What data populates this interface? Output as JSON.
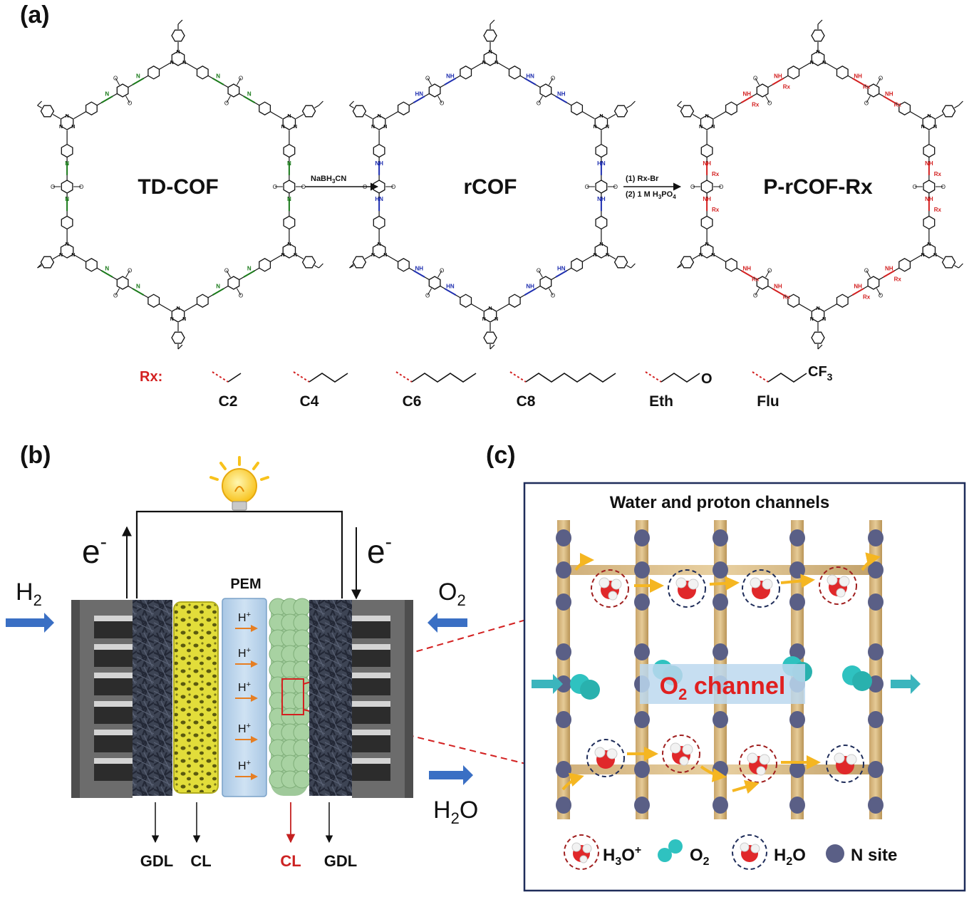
{
  "panel_a": {
    "label": "(a)",
    "structures": [
      "TD-COF",
      "rCOF",
      "P-rCOF-Rx"
    ],
    "reagent1": "NaBH",
    "reagent1_sub": "3",
    "reagent1_tail": "CN",
    "reagent2_line1": "(1) Rx-Br",
    "reagent2_line2_pre": "(2) 1 M H",
    "reagent2_line2_sub1": "3",
    "reagent2_line2_mid": "PO",
    "reagent2_line2_sub2": "4",
    "rx_label": "Rx:",
    "imine_N": "N",
    "amine_NH": "NH",
    "amine_HN": "HN",
    "ammonium_NH": "NH",
    "rx_group": "Rx",
    "methoxy_O": "O",
    "substituents": [
      {
        "name": "C2"
      },
      {
        "name": "C4"
      },
      {
        "name": "C6"
      },
      {
        "name": "C8"
      },
      {
        "name": "Eth",
        "atom": "O"
      },
      {
        "name": "Flu",
        "atom": "CF",
        "atom_sub": "3"
      }
    ]
  },
  "panel_b": {
    "label": "(b)",
    "pem": "PEM",
    "electron": "e",
    "electron_sup": "-",
    "h2": "H",
    "h2_sub": "2",
    "o2": "O",
    "o2_sub": "2",
    "h2o_pre": "H",
    "h2o_sub": "2",
    "h2o_post": "O",
    "proton": "H",
    "proton_sup": "+",
    "layers": [
      "GDL",
      "CL",
      "CL",
      "GDL"
    ],
    "colors": {
      "highlight_layer": "#cc2222",
      "arrow_blue": "#3a6fc4",
      "pem_fill": "#b9d3ea",
      "cl_yellow": "#e0dc3c",
      "cl_green": "#9fc99a"
    }
  },
  "panel_c": {
    "label": "(c)",
    "title": "Water and proton channels",
    "channel_pre": "O",
    "channel_sub": "2",
    "channel_post": " channel",
    "legend": {
      "h3o": "H",
      "h3o_sub": "3",
      "h3o_post": "O",
      "h3o_sup": "+",
      "o2": "O",
      "o2_sub": "2",
      "h2o": "H",
      "h2o_sub": "2",
      "h2o_post": "O",
      "nsite": "N site"
    },
    "colors": {
      "frame": "#1f2d5a",
      "pillar": "#d9bb86",
      "nsite": "#5a5f86",
      "o2": "#2fc2c0",
      "water_red": "#e0282a",
      "arrow": "#f5b621"
    }
  }
}
